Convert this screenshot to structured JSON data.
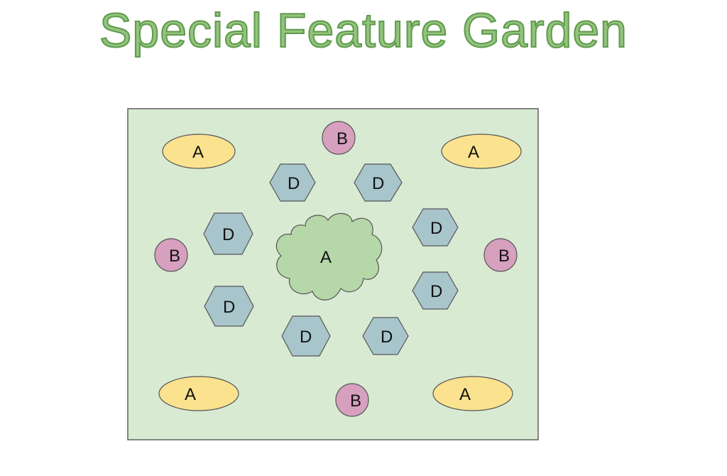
{
  "title": "Special Feature Garden",
  "colors": {
    "title_fill": "#93c47d",
    "title_stroke": "#5f9a4c",
    "bed": "#d9ead3",
    "plant_a": "#fbe28f",
    "plant_b": "#d7a0bf",
    "plant_d": "#a8c5cc",
    "centerpiece": "#b6d7a7"
  },
  "plants": {
    "a": "A",
    "b": "B",
    "d": "D",
    "centerpiece": "A"
  }
}
